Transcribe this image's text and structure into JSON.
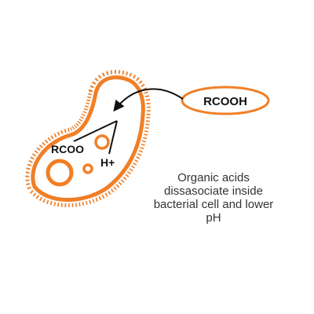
{
  "diagram": {
    "labels": {
      "external_acid": "RCOOH",
      "anion": "RCOO",
      "proton": "H+"
    },
    "caption": {
      "lines": [
        "Organic acids",
        "dissasociate inside",
        "bacterial cell and lower",
        "pH"
      ]
    }
  },
  "colors": {
    "accent": "#F07F27",
    "text": "#111111",
    "caption_text": "#333333",
    "background": "#FFFFFF"
  }
}
